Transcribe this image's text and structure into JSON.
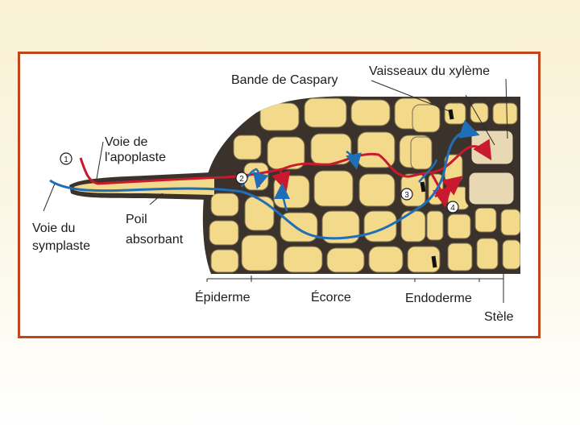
{
  "diagram": {
    "labels": {
      "caspary": "Bande de Caspary",
      "xylem": "Vaisseaux du xylème",
      "apoplast_line1": "Voie de",
      "apoplast_line2": "l'apoplaste",
      "symplast_line1": "Voie du",
      "symplast_line2": "symplaste",
      "hair_line1": "Poil",
      "hair_line2": "absorbant",
      "epidermis": "Épiderme",
      "cortex": "Écorce",
      "endodermis": "Endoderme",
      "stele": "Stèle"
    },
    "markers": [
      "1",
      "2",
      "3",
      "4"
    ],
    "colors": {
      "frame": "#c1461e",
      "cell": "#f3d98a",
      "wall": "#3b332b",
      "apoplast": "#c8192e",
      "symplast": "#1f6fb8",
      "xylem_cell": "#e8d8b4"
    }
  }
}
